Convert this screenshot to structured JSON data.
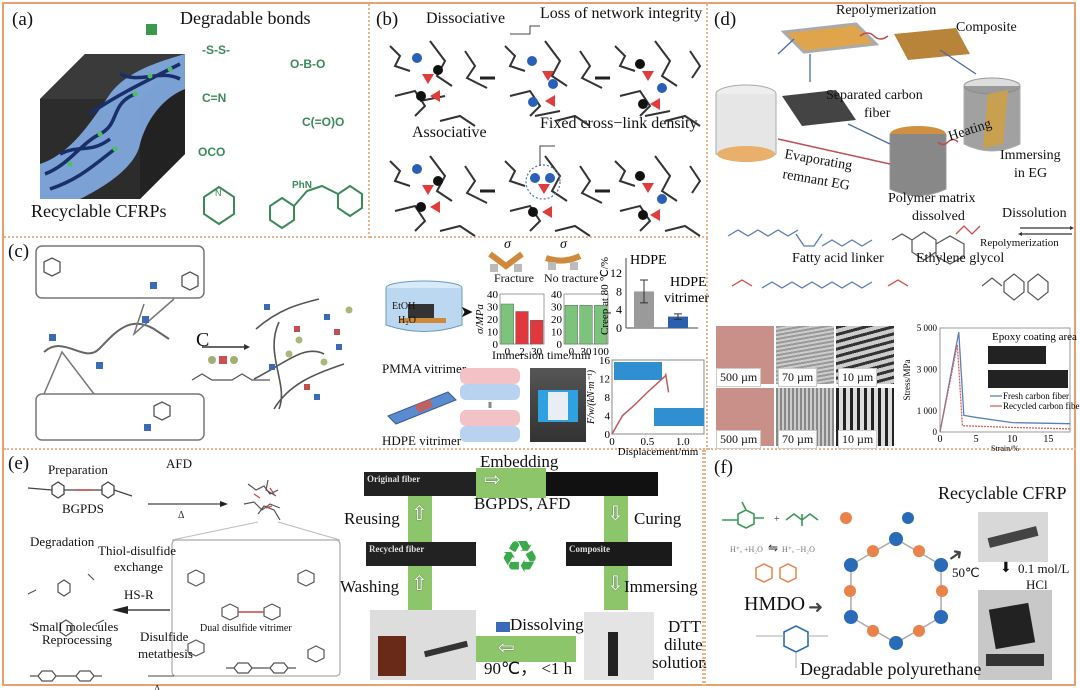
{
  "panels": {
    "a": {
      "label": "(a)",
      "title": "Degradable bonds",
      "caption": "Recyclable CFRPs",
      "bonds": [
        "-S-S-",
        "O-B-O",
        "C=N",
        "C(=O)O",
        "O-C-O (acetal)",
        "hexahydrotriazine",
        "PhN (benzyl amine)"
      ],
      "bond_color": "#3a8a5a"
    },
    "b": {
      "label": "(b)",
      "row1_title": "Dissociative",
      "row1_note": "Loss of network integrity",
      "row2_title": "Associative",
      "row2_note": "Fixed cross−link density"
    },
    "c": {
      "label": "(c)",
      "catalyst_label": "C",
      "pmma_label": "PMMA vitrimer",
      "hdpe_label": "HDPE vitrimer",
      "solvent_label_1": "EtOH",
      "solvent_label_2": "H₂O",
      "sigma_1": "σ",
      "sigma_2": "σ",
      "fracture_label": "Fracture",
      "no_fracture_label": "No tracture"
    },
    "d": {
      "label": "(d)",
      "repolymerization_top": "Repolymerization",
      "composite": "Composite",
      "separated_1": "Separated carbon",
      "separated_2": "fiber",
      "heating": "Heating",
      "immersing_1": "Immersing",
      "immersing_2": "in EG",
      "evaporating_1": "Evaporating",
      "evaporating_2": "remnant EG",
      "polymer_1": "Polymer matrix",
      "polymer_2": "dissolved",
      "dissolution": "Dissolution",
      "repolymerization_bottom": "Repolymerization",
      "fatty": "Fatty acid linker",
      "ethylene": "Ethylene glycol",
      "scalebars": [
        "500 µm",
        "70 µm",
        "10 µm",
        "500 µm",
        "70 µm",
        "10 µm"
      ]
    },
    "e": {
      "label": "(e)",
      "preparation": "Preparation",
      "afd": "AFD",
      "bgpds": "BGPDS",
      "degradation": "Degradation",
      "thiol_1": "Thiol-disulfide",
      "thiol_2": "exchange",
      "hsr": "HS-R",
      "small_molecules": "Small molecules",
      "reprocessing": "Reprocessing",
      "disulfide_1": "Disulfide",
      "disulfide_2": "metatbesis",
      "dual": "Dual disulfide vitrimer",
      "embedding": "Embedding",
      "bgpds_afd": "BGPDS, AFD",
      "curing": "Curing",
      "reusing": "Reusing",
      "washing": "Washing",
      "immersing": "Immersing",
      "dissolving": "Dissolving",
      "dtt_1": "DTT",
      "dtt_2": "dilute",
      "dtt_3": "solution",
      "condition": "90℃， <1 h",
      "original_fiber": "Original fiber",
      "recycled_fiber": "Recycled fiber",
      "composite": "Composite",
      "flow_color": "#8cc56a"
    },
    "f": {
      "label": "(f)",
      "title": "Recyclable CFRP",
      "temp": "50℃",
      "acid_1": "0.1 mol/L",
      "acid_2": "HCl",
      "hmdo": "HMDO",
      "pu": "Degradable polyurethane",
      "cond_left": "H⁺, +H₂O",
      "cond_right": "H⁺, −H₂O",
      "orange": "#e8834a",
      "blue": "#2a6bb8"
    }
  },
  "chart_data": [
    {
      "type": "bar",
      "title": "Fracture",
      "categories": [
        "0",
        "2",
        "30"
      ],
      "values": [
        32,
        26,
        19
      ],
      "colors": [
        "#7cc47c",
        "#e0383c",
        "#e0383c"
      ],
      "ylabel": "σ/MPa",
      "yticks": [
        "0",
        "10",
        "20",
        "30",
        "40"
      ],
      "ylim": [
        0,
        40
      ]
    },
    {
      "type": "bar",
      "title": "No tracture",
      "categories": [
        "0",
        "30",
        "100"
      ],
      "values": [
        31,
        31,
        31
      ],
      "colors": [
        "#7cc47c",
        "#7cc47c",
        "#7cc47c"
      ],
      "xlabel": "Immersion time/min",
      "yticks": [
        "0",
        "10",
        "20",
        "30",
        "40"
      ],
      "ylim": [
        0,
        40
      ]
    },
    {
      "type": "bar",
      "categories": [
        "HDPE",
        "HDPE vitrimer"
      ],
      "values": [
        8,
        2.5
      ],
      "errors": [
        2.5,
        0.6
      ],
      "colors": [
        "#9a9a9a",
        "#2a5fb0"
      ],
      "ylabel": "Creep at 80 ℃/%",
      "yticks": [
        "0",
        "4",
        "8",
        "12"
      ],
      "ylim": [
        0,
        14
      ]
    },
    {
      "type": "line",
      "xlabel": "Displacement/mm",
      "ylabel": "F/w/(kN·m⁻¹)",
      "xticks": [
        "0",
        "0.5",
        "1.0"
      ],
      "yticks": [
        "0",
        "4",
        "8",
        "12",
        "16"
      ],
      "xlim": [
        0,
        1.3
      ],
      "ylim": [
        0,
        16
      ],
      "series": [
        {
          "name": "curve",
          "x": [
            0,
            0.15,
            0.3,
            0.5,
            0.75,
            0.76,
            0.8
          ],
          "y": [
            0,
            4,
            6,
            9,
            12.5,
            12.8,
            9
          ]
        }
      ]
    },
    {
      "type": "line",
      "title": "Epoxy coating area",
      "xlabel": "Strain/%",
      "ylabel": "Stress/MPa",
      "xticks": [
        "0",
        "5",
        "10",
        "15"
      ],
      "yticks": [
        "0",
        "1 000",
        "3 000",
        "5 000"
      ],
      "xlim": [
        0,
        18
      ],
      "ylim": [
        0,
        5000
      ],
      "series": [
        {
          "name": "Fresh carbon fiber",
          "color": "#5a7fb8",
          "x": [
            0,
            2.6,
            3.3,
            5,
            10,
            18
          ],
          "y": [
            0,
            4800,
            800,
            700,
            450,
            400
          ]
        },
        {
          "name": "Recycled carbon fiber",
          "color": "#d06060",
          "x": [
            0,
            2.4,
            3.1,
            5,
            10,
            18
          ],
          "y": [
            0,
            4200,
            300,
            280,
            220,
            150
          ]
        }
      ]
    }
  ]
}
